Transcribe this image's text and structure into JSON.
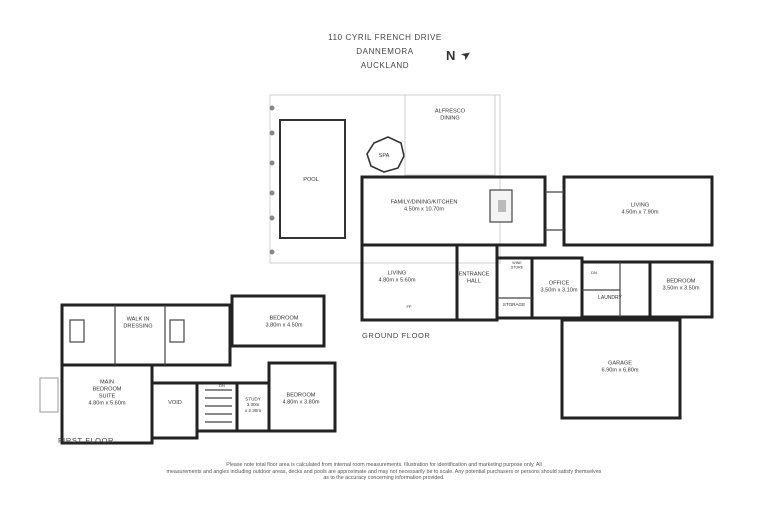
{
  "header": {
    "address_line1": "110 CYRIL FRENCH DRIVE",
    "address_line2": "DANNEMORA",
    "address_line3": "AUCKLAND",
    "north": "N"
  },
  "floors": {
    "ground": "GROUND FLOOR",
    "first": "FIRST FLOOR"
  },
  "rooms": [
    {
      "id": "alfresco",
      "lines": [
        "ALFRESCO",
        "DINING"
      ]
    },
    {
      "id": "spa",
      "lines": [
        "SPA"
      ]
    },
    {
      "id": "pool",
      "lines": [
        "POOL"
      ]
    },
    {
      "id": "family",
      "lines": [
        "FAMILY/DINING/KITCHEN",
        "4.50m x 10.70m"
      ]
    },
    {
      "id": "living-east",
      "lines": [
        "LIVING",
        "4.50m x 7.90m"
      ]
    },
    {
      "id": "living-west",
      "lines": [
        "LIVING",
        "4.80m x 5.60m"
      ]
    },
    {
      "id": "entrance",
      "lines": [
        "ENTRANCE",
        "HALL"
      ]
    },
    {
      "id": "wine",
      "lines": [
        "WINE",
        "STORE"
      ]
    },
    {
      "id": "storage",
      "lines": [
        "STORAGE"
      ]
    },
    {
      "id": "office",
      "lines": [
        "OFFICE",
        "3.50m x 3.10m"
      ]
    },
    {
      "id": "laundry",
      "lines": [
        "LAUNDRY"
      ]
    },
    {
      "id": "bedroom-ground",
      "lines": [
        "BEDROOM",
        "3.50m x 3.50m"
      ]
    },
    {
      "id": "garage",
      "lines": [
        "GARAGE",
        "6.90m x 6.80m"
      ]
    },
    {
      "id": "walkin",
      "lines": [
        "WALK IN",
        "DRESSING"
      ]
    },
    {
      "id": "bedroom-first-a",
      "lines": [
        "BEDROOM",
        "3.80m x 4.50m"
      ]
    },
    {
      "id": "main-suite",
      "lines": [
        "MAIN",
        "BEDROOM",
        "SUITE",
        "4.80m x 5.60m"
      ]
    },
    {
      "id": "void",
      "lines": [
        "VOID"
      ]
    },
    {
      "id": "study",
      "lines": [
        "STUDY",
        "3.30m",
        "x 2.30m"
      ]
    },
    {
      "id": "bedroom-first-b",
      "lines": [
        "BEDROOM",
        "4.80m x 3.80m"
      ]
    }
  ],
  "marks": {
    "dn": "DN",
    "fp": "FP"
  },
  "disclaimer": [
    "Please note total floor area is calculated from internal room measurements. Illustration for identification and marketing purpose only. All",
    "measurements and angles including outdoor areas, decks and pools are approximate and may not necessarily be to scale. Any potential purchasers or persons should satisfy themselves",
    "as to the accuracy concerning information provided."
  ]
}
